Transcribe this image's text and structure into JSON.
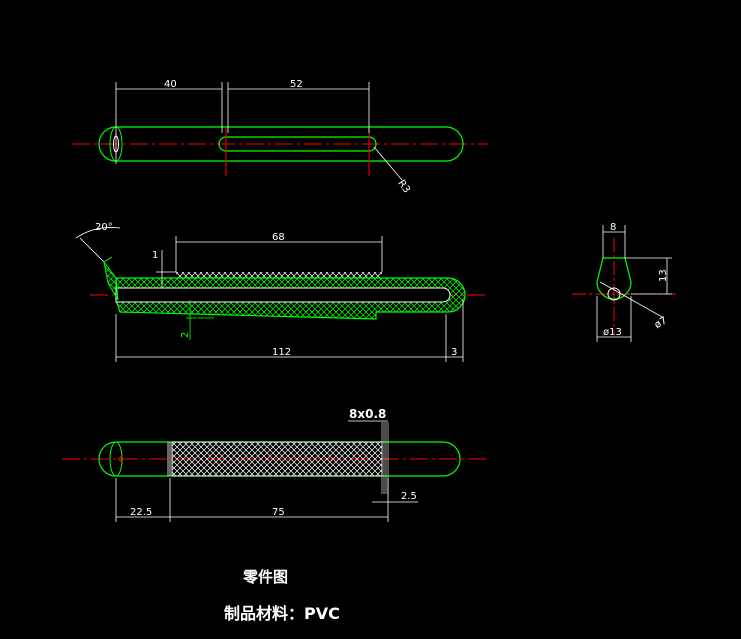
{
  "colors": {
    "background": "#000000",
    "part_outline": "#00ff00",
    "dimension": "#ffffff",
    "centerline": "#ff0000",
    "hatch": "#00ff00"
  },
  "top_view": {
    "dim_a": "40",
    "dim_b": "52",
    "radius_label": "R3"
  },
  "section_view": {
    "angle": "20°",
    "offset_top": "1",
    "knurl_length": "68",
    "offset_bottom": "2",
    "total_length": "112",
    "end_length": "3"
  },
  "end_view": {
    "width": "8",
    "height": "13",
    "diameter": "ø13",
    "hole": "ø7"
  },
  "bottom_view": {
    "knurl_spec": "8x0.8",
    "left_length": "22.5",
    "knurl_length": "75",
    "right_gap": "2.5"
  },
  "title": {
    "line1": "零件图",
    "line2": "制品材料：PVC"
  }
}
